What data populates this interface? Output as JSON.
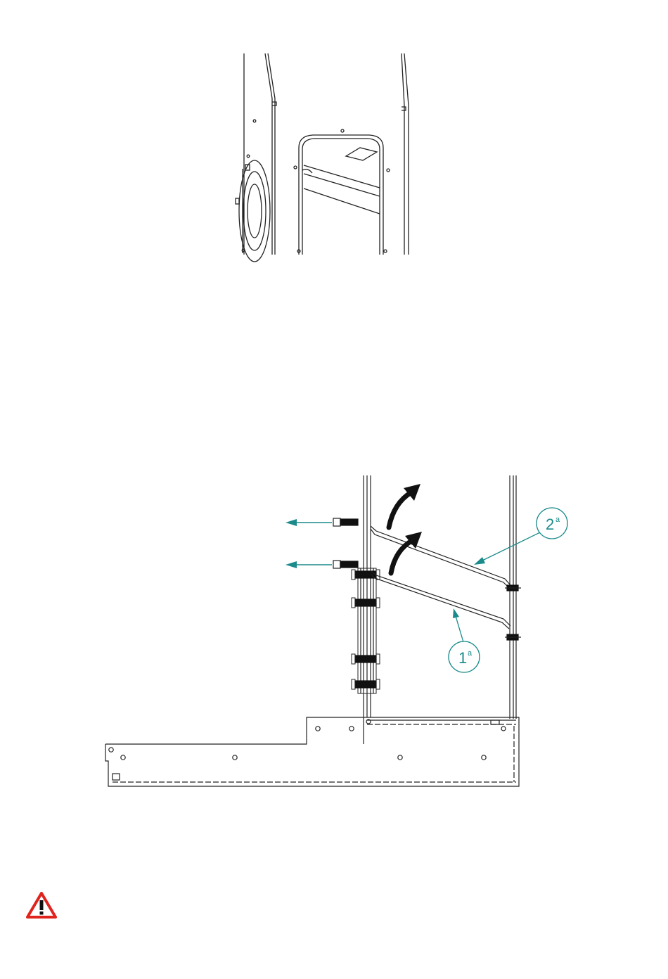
{
  "colors": {
    "line": "#222222",
    "accent": "#1b8a8a",
    "warning_red": "#e0231d",
    "fill_black": "#111111"
  },
  "figure_top": {
    "name": ""
  },
  "figure_bottom": {
    "callouts": [
      {
        "label": "1",
        "suffix": "a"
      },
      {
        "label": "2",
        "suffix": "a"
      }
    ]
  },
  "warning": {
    "icon": "warning-triangle-icon"
  }
}
